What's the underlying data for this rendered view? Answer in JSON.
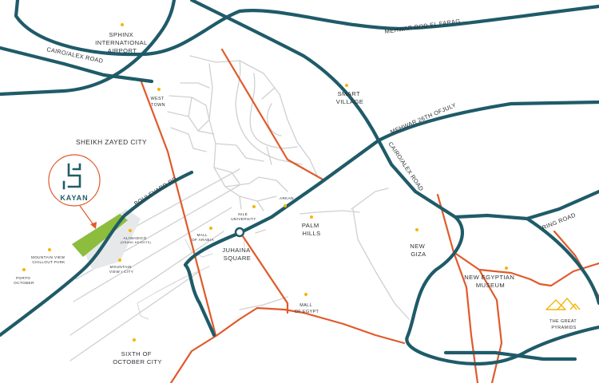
{
  "colors": {
    "highway": "#1f5b68",
    "main_road": "#e05a2b",
    "local_road": "#cfd0d2",
    "poi_dot": "#f2b705",
    "project_plot": "#8cbd3d",
    "project_zone": "#e7e8ea",
    "brand": "#1f5d68"
  },
  "brand": {
    "name": "KAYAN",
    "icon": "kayan-logo-icon"
  },
  "roads": {
    "mehwar_rod_el_farag": "MEHWAR ROD EL FARAG",
    "cairo_alex_road_west": "CAIRO/ALEX ROAD",
    "mehwar_26th_of_july": "MEHWAR 26TH OFJULY",
    "cairo_alex_road_east": "CAIRO/ALEX ROAD",
    "boulevard_rd": "BOULEVARD RD",
    "ring_road": "RING ROAD"
  },
  "places": {
    "sphinx": [
      "SPHINX",
      "INTERNATIONAL",
      "AIRPORT"
    ],
    "west_town": [
      "WEST",
      "TOWN"
    ],
    "smart_village": [
      "SMART",
      "VILLAGE"
    ],
    "sheikh_zayed": "SHEIKH ZAYED CITY",
    "arkan": "ARKAN",
    "nile_university": [
      "NILE",
      "UNIVERSITY"
    ],
    "juhaina_square": [
      "JUHAINA",
      "SQUARE"
    ],
    "mall_of_arabia": [
      "MALL",
      "OF ARABIA"
    ],
    "aliwadico": [
      "ALIWADICO",
      "(GRAND HEIGHTS)"
    ],
    "mountain_view_city": [
      "MOUNTAIN",
      "VIEW I CITY"
    ],
    "mountain_view_chillout": [
      "MOUNTAIN VIEW",
      "CHILLOUT PARK"
    ],
    "porto_october": [
      "PORTO",
      "OCTOBER"
    ],
    "palm_hills": [
      "PALM",
      "HILLS"
    ],
    "new_giza": [
      "NEW",
      "GIZA"
    ],
    "mall_of_egypt": [
      "MALL",
      "OF EGYPT"
    ],
    "new_egyptian_museum": [
      "NEW EGYPTIAN",
      "MUSEUM"
    ],
    "great_pyramids": [
      "THE GREAT",
      "PYRAMIDS"
    ],
    "sixth_of_october": [
      "SIXTH OF",
      "OCTOBER CITY"
    ]
  }
}
